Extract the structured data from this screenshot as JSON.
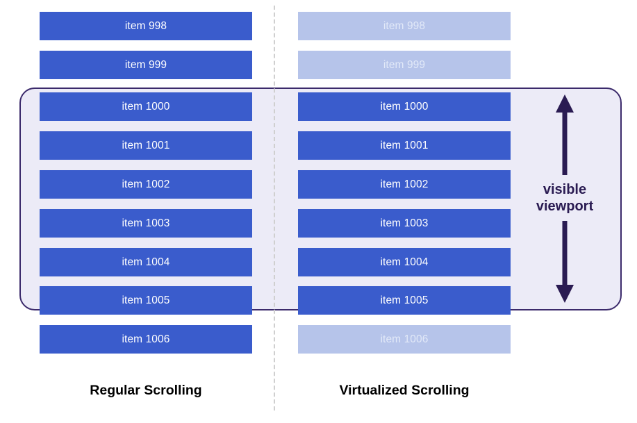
{
  "colors": {
    "solid_bar": "#3a5ccc",
    "faded_bar": "#b6c4ea",
    "faded_bar_text": "#e2e9f8",
    "viewport_fill": "#ecebf7",
    "viewport_border": "#3b2a6b",
    "annotation_text": "#2a1b52",
    "divider": "#cfcfcf",
    "caption_text": "#000000",
    "page_background": "#ffffff"
  },
  "columns": {
    "left": {
      "caption": "Regular Scrolling",
      "items": [
        {
          "label": "item 998",
          "state": "rendered"
        },
        {
          "label": "item 999",
          "state": "rendered"
        },
        {
          "label": "item 1000",
          "state": "rendered"
        },
        {
          "label": "item 1001",
          "state": "rendered"
        },
        {
          "label": "item 1002",
          "state": "rendered"
        },
        {
          "label": "item 1003",
          "state": "rendered"
        },
        {
          "label": "item 1004",
          "state": "rendered"
        },
        {
          "label": "item 1005",
          "state": "rendered"
        },
        {
          "label": "item 1006",
          "state": "rendered"
        }
      ]
    },
    "right": {
      "caption": "Virtualized Scrolling",
      "items": [
        {
          "label": "item 998",
          "state": "not-rendered"
        },
        {
          "label": "item 999",
          "state": "not-rendered"
        },
        {
          "label": "item 1000",
          "state": "rendered"
        },
        {
          "label": "item 1001",
          "state": "rendered"
        },
        {
          "label": "item 1002",
          "state": "rendered"
        },
        {
          "label": "item 1003",
          "state": "rendered"
        },
        {
          "label": "item 1004",
          "state": "rendered"
        },
        {
          "label": "item 1005",
          "state": "rendered"
        },
        {
          "label": "item 1006",
          "state": "not-rendered"
        }
      ]
    }
  },
  "annotation": {
    "line1": "visible",
    "line2": "viewport"
  }
}
